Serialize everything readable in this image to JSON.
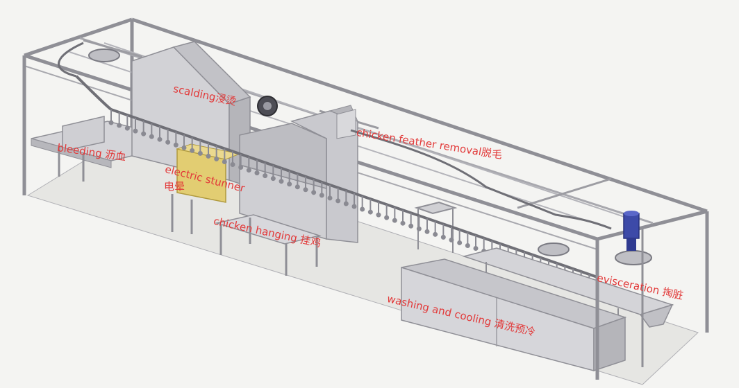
{
  "colors": {
    "frame": "#8f8f96",
    "frame_light": "#c9c9ce",
    "panel": "#d7d7da",
    "panel_dark": "#a8a8ae",
    "stunner": "#e2cd72",
    "motor": "#3d4aa8",
    "label": "#e23a3a",
    "floor": "#e6e6e3"
  },
  "labels": {
    "scalding": "scalding浸烫",
    "feather": "chicken feather removal脱毛",
    "bleeding": "bleeding 沥血",
    "stunner_en": "electric stunner",
    "stunner_cn": "电晕",
    "hanging": "chicken hanging 挂鸡",
    "evisceration": "evisceration 掏脏",
    "washing": "washing and cooling 清洗预冷"
  }
}
